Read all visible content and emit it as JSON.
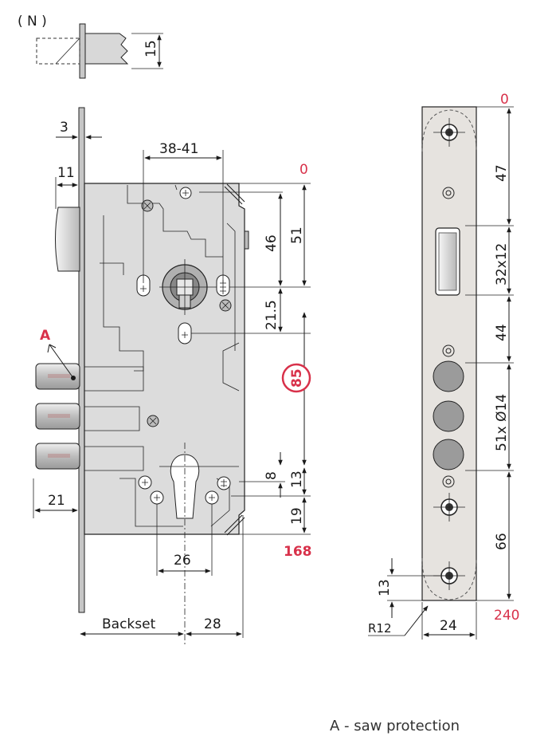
{
  "top_view": {
    "label": "( N )",
    "dim_height": "15"
  },
  "lock_body": {
    "dim_faceplate_thickness": "3",
    "dim_latch_depth": "11",
    "dim_handle_spread": "38-41",
    "dim_46": "46",
    "dim_51": "51",
    "dim_21_5": "21.5",
    "dim_center_distance": "85",
    "dim_8": "8",
    "dim_13": "13",
    "dim_19": "19",
    "dim_bolt_throw": "21",
    "dim_cylinder_screws": "26",
    "dim_backset": "Backset",
    "dim_28": "28",
    "top_zero": "0",
    "bottom_height": "168",
    "saw_marker": "A"
  },
  "faceplate": {
    "top_zero": "0",
    "dim_47": "47",
    "dim_32x12": "32x12",
    "dim_44": "44",
    "dim_51x14": "51x Ø14",
    "dim_66": "66",
    "dim_13": "13",
    "radius": "R12",
    "width": "24",
    "total_length": "240"
  },
  "legend": {
    "caption": "A - saw protection"
  }
}
